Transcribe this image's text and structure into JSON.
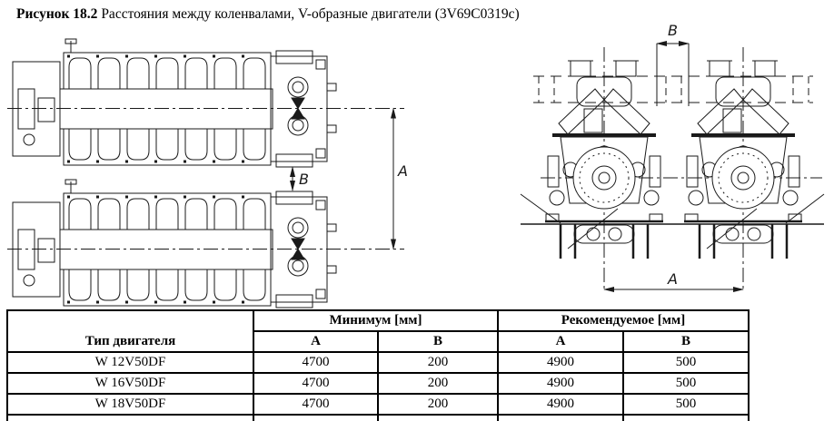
{
  "title": {
    "figure": "Рисунок 18.2",
    "text": " Расстояния между коленвалами, V-образные двигатели (3V69C0319c)"
  },
  "drawings": {
    "plan_view": {
      "dim_a": "A",
      "dim_b": "B"
    },
    "front_view": {
      "dim_a": "A",
      "dim_b": "B"
    }
  },
  "table": {
    "engine_type_header": "Тип двигателя",
    "min_header": "Минимум [мм]",
    "rec_header": "Рекомендуемое [мм]",
    "col_a": "A",
    "col_b": "B",
    "rows": [
      {
        "type": "W 12V50DF",
        "min_a": "4700",
        "min_b": "200",
        "rec_a": "4900",
        "rec_b": "500"
      },
      {
        "type": "W 16V50DF",
        "min_a": "4700",
        "min_b": "200",
        "rec_a": "4900",
        "rec_b": "500"
      },
      {
        "type": "W 18V50DF",
        "min_a": "4700",
        "min_b": "200",
        "rec_a": "4900",
        "rec_b": "500"
      }
    ]
  }
}
